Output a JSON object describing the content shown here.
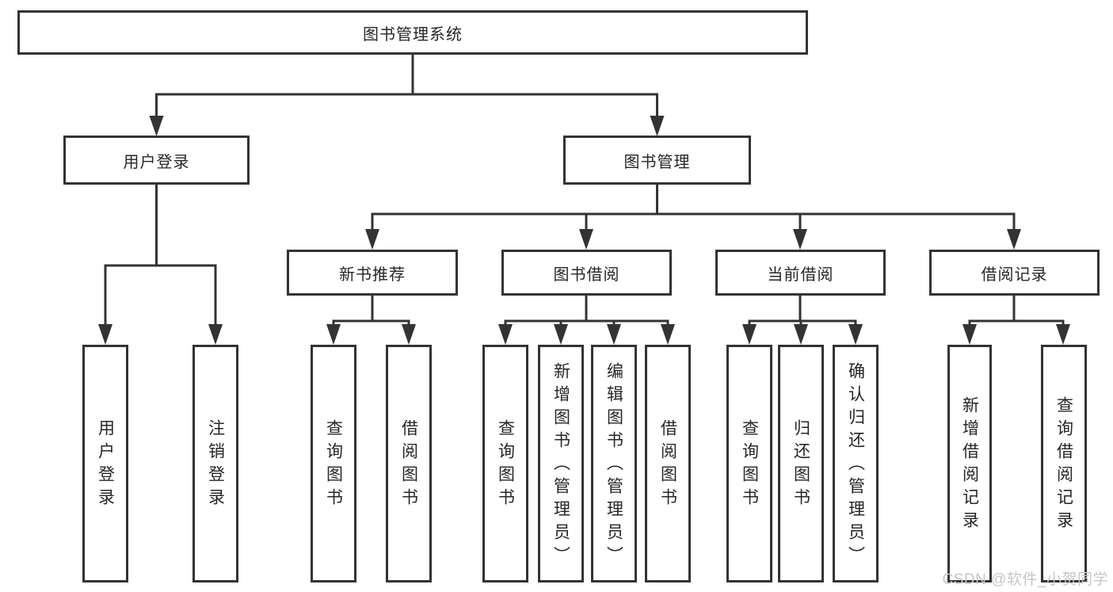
{
  "diagram": {
    "title": "图书管理系统",
    "watermark": "CSDN @软件_小贺同学",
    "colors": {
      "line": "#333333",
      "box_border": "#333333",
      "box_fill": "#ffffff",
      "text": "#262626",
      "watermark": "#c6c6c6"
    },
    "nodes": {
      "root": {
        "label": "图书管理系统"
      },
      "login": {
        "label": "用户登录"
      },
      "mgmt": {
        "label": "图书管理"
      },
      "rec": {
        "label": "新书推荐"
      },
      "borrow": {
        "label": "图书借阅"
      },
      "current": {
        "label": "当前借阅"
      },
      "records": {
        "label": "借阅记录"
      },
      "login_user": {
        "label": "用户登录"
      },
      "login_logout": {
        "label": "注销登录"
      },
      "rec_query": {
        "label": "查询图书"
      },
      "rec_borrow": {
        "label": "借阅图书"
      },
      "borrow_query": {
        "label": "查询图书"
      },
      "borrow_add": {
        "label": "新增图书（管理员）"
      },
      "borrow_edit": {
        "label": "编辑图书（管理员）"
      },
      "borrow_borrow": {
        "label": "借阅图书"
      },
      "current_query": {
        "label": "查询图书"
      },
      "current_return": {
        "label": "归还图书"
      },
      "current_confirm": {
        "label": "确认归还（管理员）"
      },
      "records_add": {
        "label": "新增借阅记录"
      },
      "records_query": {
        "label": "查询借阅记录"
      }
    },
    "tree": {
      "root": "图书管理系统",
      "children": [
        {
          "label": "用户登录",
          "children": [
            "用户登录",
            "注销登录"
          ]
        },
        {
          "label": "图书管理",
          "children": [
            {
              "label": "新书推荐",
              "children": [
                "查询图书",
                "借阅图书"
              ]
            },
            {
              "label": "图书借阅",
              "children": [
                "查询图书",
                "新增图书（管理员）",
                "编辑图书（管理员）",
                "借阅图书"
              ]
            },
            {
              "label": "当前借阅",
              "children": [
                "查询图书",
                "归还图书",
                "确认归还（管理员）"
              ]
            },
            {
              "label": "借阅记录",
              "children": [
                "新增借阅记录",
                "查询借阅记录"
              ]
            }
          ]
        }
      ]
    }
  }
}
